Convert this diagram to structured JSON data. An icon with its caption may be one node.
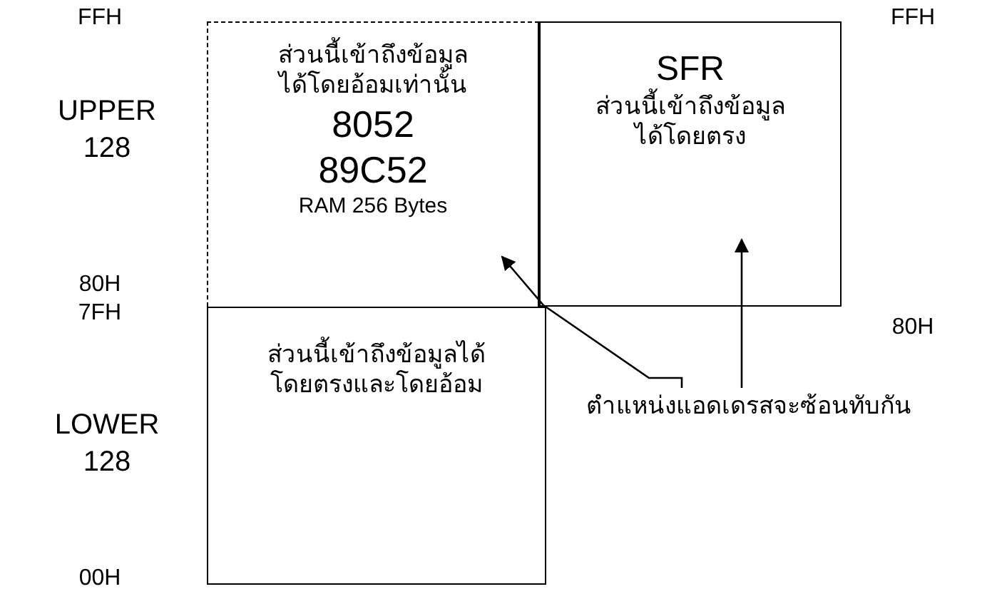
{
  "diagram": {
    "nodes": [
      {
        "text": [
          "ส่วนนี้เข้าถึงข้อมูลได้โดยอ้อมเท่านั้น",
          "8052",
          "89C52",
          "RAM 256 Bytes"
        ]
      },
      {
        "text": [
          "SFR",
          "ส่วนนี้เข้าถึงข้อมูลได้โดยตรง"
        ]
      },
      {
        "text": [
          "ส่วนนี้เข้าถึงข้อมูลได้โดยตรงและโดยอ้อม"
        ]
      },
      {
        "text": [
          "ตำแหน่งแอดเดรสจะซ้อนทับกัน"
        ]
      }
    ],
    "edges": [
      {
        "from": 3,
        "to": 0,
        "arrow": "to"
      },
      {
        "from": 3,
        "to": 1,
        "arrow": "to"
      }
    ],
    "labels": [
      "FFH",
      "FFH",
      "UPPER 128",
      "80H",
      "7FH",
      "80H",
      "LOWER 128",
      "00H"
    ]
  }
}
